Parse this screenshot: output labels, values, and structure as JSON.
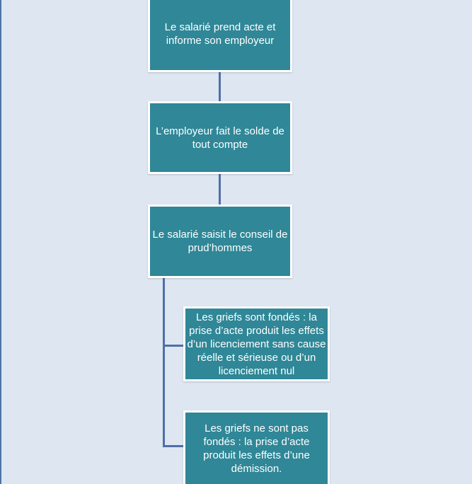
{
  "diagram": {
    "nodes": [
      {
        "id": "step1",
        "text": "Le salarié prend acte et\ninforme son employeur"
      },
      {
        "id": "step2",
        "text": "L’employeur fait le solde de\ntout compte"
      },
      {
        "id": "step3",
        "text": "Le salarié saisit le conseil de\nprud’hommes"
      },
      {
        "id": "outcome1",
        "text": "Les griefs sont fondés : la\nprise d’acte produit les effets\nd’un licenciement sans cause\nréelle et sérieuse ou d’un\nlicenciement nul"
      },
      {
        "id": "outcome2",
        "text": "Les griefs ne sont pas\nfondés : la prise d’acte\nproduit les effets d’une\ndémission."
      }
    ]
  },
  "colors": {
    "background": "#dde6f1",
    "box_fill": "#2f8797",
    "box_border": "#ffffff",
    "connector": "#4f6fa7",
    "text": "#ffffff"
  }
}
